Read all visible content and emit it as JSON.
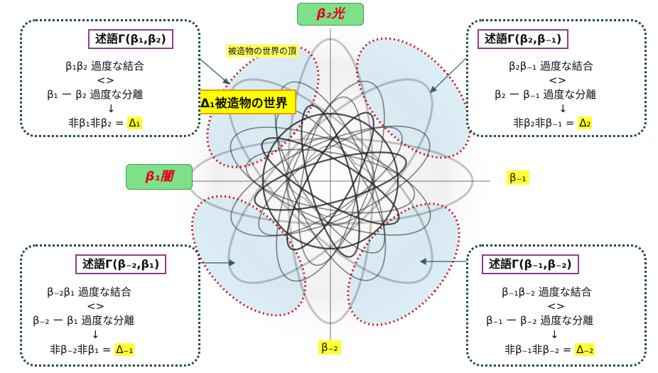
{
  "labels": {
    "beta2": "β₂光",
    "beta1": "β₁闇",
    "apex": "被造物の世界の頂",
    "delta1_world": "Δ₁被造物の世界",
    "beta_m1": "β₋₁",
    "beta_m2": "β₋₂"
  },
  "panels": {
    "top_left": {
      "title": "述語Γ(β₁,β₂)",
      "line1": "β₁β₂  過度な結合",
      "line2": "<>",
      "line3": "β₁  ー   β₂ 過度な分離",
      "arrow": "↓",
      "line4": "非β₁非β₂ = ",
      "result": "Δ₁"
    },
    "top_right": {
      "title": "述語Γ(β₂,β₋₁)",
      "line1": "β₂β₋₁  過度な結合",
      "line2": "<>",
      "line3": "β₂  ー   β₋₁ 過度な分離",
      "arrow": "↓",
      "line4": "非β₂非β₋₁ = ",
      "result": "Δ₂"
    },
    "bottom_left": {
      "title": "述語Γ(β₋₂,β₁)",
      "line1": "β₋₂β₁  過度な結合",
      "line2": "<>",
      "line3": "β₋₂  ー   β₁ 過度な分離",
      "arrow": "↓",
      "line4": "非β₋₂非β₁ = ",
      "result": "Δ₋₁"
    },
    "bottom_right": {
      "title": "述語Γ(β₋₁,β₋₂)",
      "line1": "β₋₁β₋₂  過度な結合",
      "line2": "<>",
      "line3": "β₋₁  ー   β₋₂ 過度な分離",
      "arrow": "↓",
      "line4": "非β₋₁非β₋₂ = ",
      "result": "Δ₋₂"
    }
  },
  "colors": {
    "panel_border": "#1e4a44",
    "predicate_border": "#8e3e8e",
    "highlight": "#ffff33",
    "green_label": "#7fe08a",
    "red_text": "#e0001a",
    "ellipse_fill": "#cfe6f2",
    "ellipse_stroke": "#d0101a"
  }
}
